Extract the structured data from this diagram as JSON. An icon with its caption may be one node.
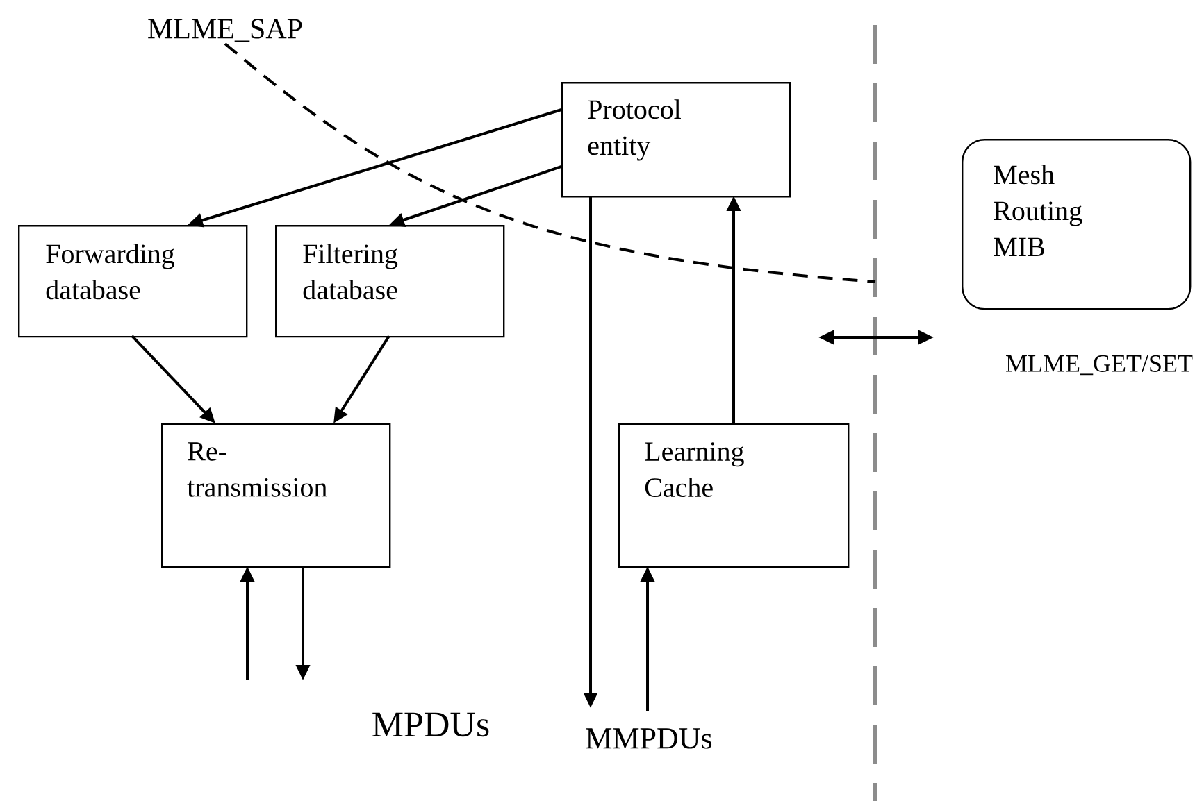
{
  "diagram": {
    "nodes": [
      {
        "text": [
          "Protocol entity"
        ]
      },
      {
        "text": [
          "Forwarding database"
        ]
      },
      {
        "text": [
          "Filtering database"
        ]
      },
      {
        "text": [
          "Re-transmission"
        ]
      },
      {
        "text": [
          "Learning Cache"
        ]
      },
      {
        "text": [
          "Mesh Routing MIB"
        ]
      },
      {
        "text": [
          "MLME_SAP"
        ]
      }
    ],
    "edges": [
      {
        "from": 0,
        "to": 1,
        "arrow": "to"
      },
      {
        "from": 0,
        "to": 2,
        "arrow": "to"
      },
      {
        "from": 1,
        "to": 3,
        "arrow": "to"
      },
      {
        "from": 2,
        "to": 3,
        "arrow": "to"
      },
      {
        "from": 4,
        "to": 0,
        "arrow": "to"
      },
      {
        "from": 0,
        "to": null,
        "arrow": "to"
      },
      {
        "from": null,
        "to": 4,
        "arrow": "to"
      },
      {
        "from": null,
        "to": 3,
        "arrow": "to"
      },
      {
        "from": 3,
        "to": null,
        "arrow": "to"
      },
      {
        "from": 6,
        "to": null,
        "arrow": "none",
        "style": "dashed"
      }
    ],
    "labels": [
      "MLME_GET/SET",
      "MPDUs",
      "MMPDUs"
    ]
  }
}
